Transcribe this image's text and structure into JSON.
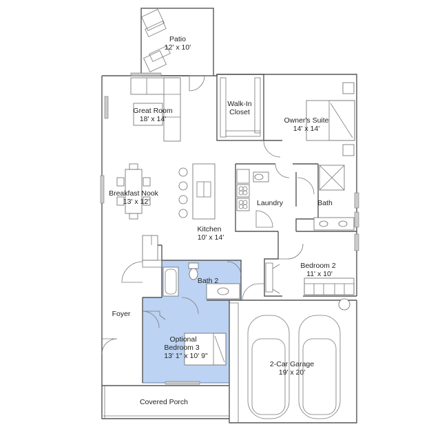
{
  "colors": {
    "wall": "#555555",
    "highlight": "#bcd3f3",
    "window": "#cccccc",
    "text": "#222222"
  },
  "rooms": {
    "patio": {
      "name": "Patio",
      "dims": "12' x 10'"
    },
    "great": {
      "name": "Great Room",
      "dims": "18' x 14'"
    },
    "walkin": {
      "name": "Walk-In",
      "name2": "Closet"
    },
    "owners": {
      "name": "Owner's Suite",
      "dims": "14' x 14'"
    },
    "nook": {
      "name": "Breakfast Nook",
      "dims": "13' x 12'"
    },
    "laundry": {
      "name": "Laundry"
    },
    "bath": {
      "name": "Bath"
    },
    "kitchen": {
      "name": "Kitchen",
      "dims": "10' x 14'"
    },
    "bedroom2": {
      "name": "Bedroom 2",
      "dims": "11' x 10'"
    },
    "bath2": {
      "name": "Bath 2"
    },
    "foyer": {
      "name": "Foyer"
    },
    "bedroom3": {
      "name": "Optional",
      "name2": "Bedroom 3",
      "dims": "13' 1\" x 10' 9\""
    },
    "garage": {
      "name": "2-Car Garage",
      "dims": "19' x 20'"
    },
    "porch": {
      "name": "Covered Porch"
    }
  }
}
